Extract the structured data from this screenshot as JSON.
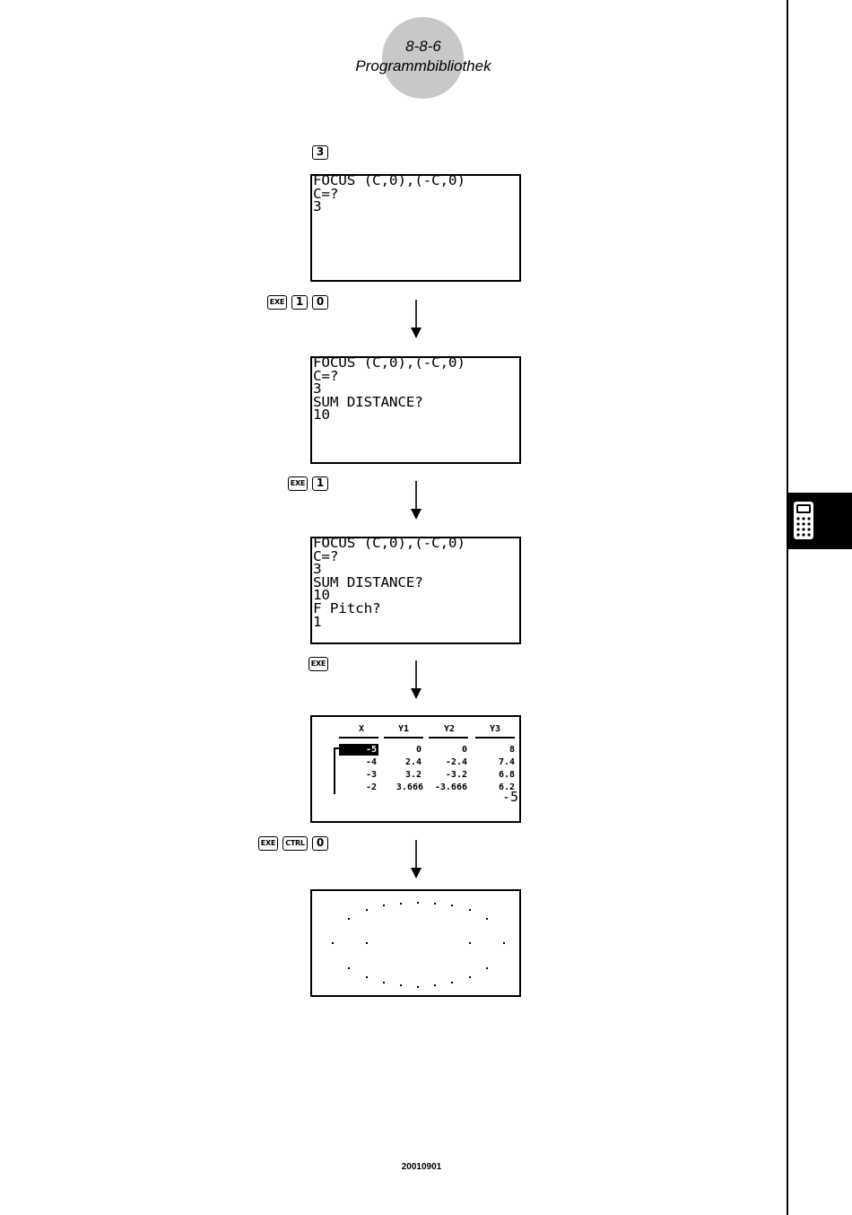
{
  "header": {
    "page_number": "8-8-6",
    "section_title": "Programmbibliothek"
  },
  "footer": {
    "code": "20010901"
  },
  "side_tab": {
    "icon": "calculator-icon"
  },
  "steps": [
    {
      "keys": [
        {
          "label": "3",
          "type": "digit"
        }
      ],
      "screen": {
        "lines": [
          "FOCUS (C,0),(-C,0)",
          "C=?",
          "3"
        ]
      }
    },
    {
      "keys": [
        {
          "label": "EXE",
          "type": "func"
        },
        {
          "label": "1",
          "type": "digit"
        },
        {
          "label": "0",
          "type": "digit"
        }
      ],
      "screen": {
        "lines": [
          "FOCUS (C,0),(-C,0)",
          "C=?",
          "3",
          "SUM DISTANCE?",
          "10"
        ]
      }
    },
    {
      "keys": [
        {
          "label": "EXE",
          "type": "func"
        },
        {
          "label": "1",
          "type": "digit"
        }
      ],
      "screen": {
        "lines": [
          "FOCUS (C,0),(-C,0)",
          "C=?",
          "3",
          "SUM DISTANCE?",
          "10",
          "F Pitch?",
          "1"
        ]
      }
    },
    {
      "keys": [
        {
          "label": "EXE",
          "type": "func"
        }
      ],
      "table": {
        "headers": [
          "X",
          "Y1",
          "Y2",
          "Y3"
        ],
        "rows": [
          [
            "-5",
            "0",
            "0",
            "8"
          ],
          [
            "-4",
            "2.4",
            "-2.4",
            "7.4"
          ],
          [
            "-3",
            "3.2",
            "-3.2",
            "6.8"
          ],
          [
            "-2",
            "3.666",
            "-3.666",
            "6.2"
          ]
        ],
        "current_value": "-5"
      }
    },
    {
      "keys": [
        {
          "label": "EXE",
          "type": "func"
        },
        {
          "label": "CTRL",
          "type": "func"
        },
        {
          "label": "0",
          "type": "digit"
        }
      ],
      "graph": {
        "type": "dot-plot",
        "shape": "ellipse"
      }
    }
  ]
}
